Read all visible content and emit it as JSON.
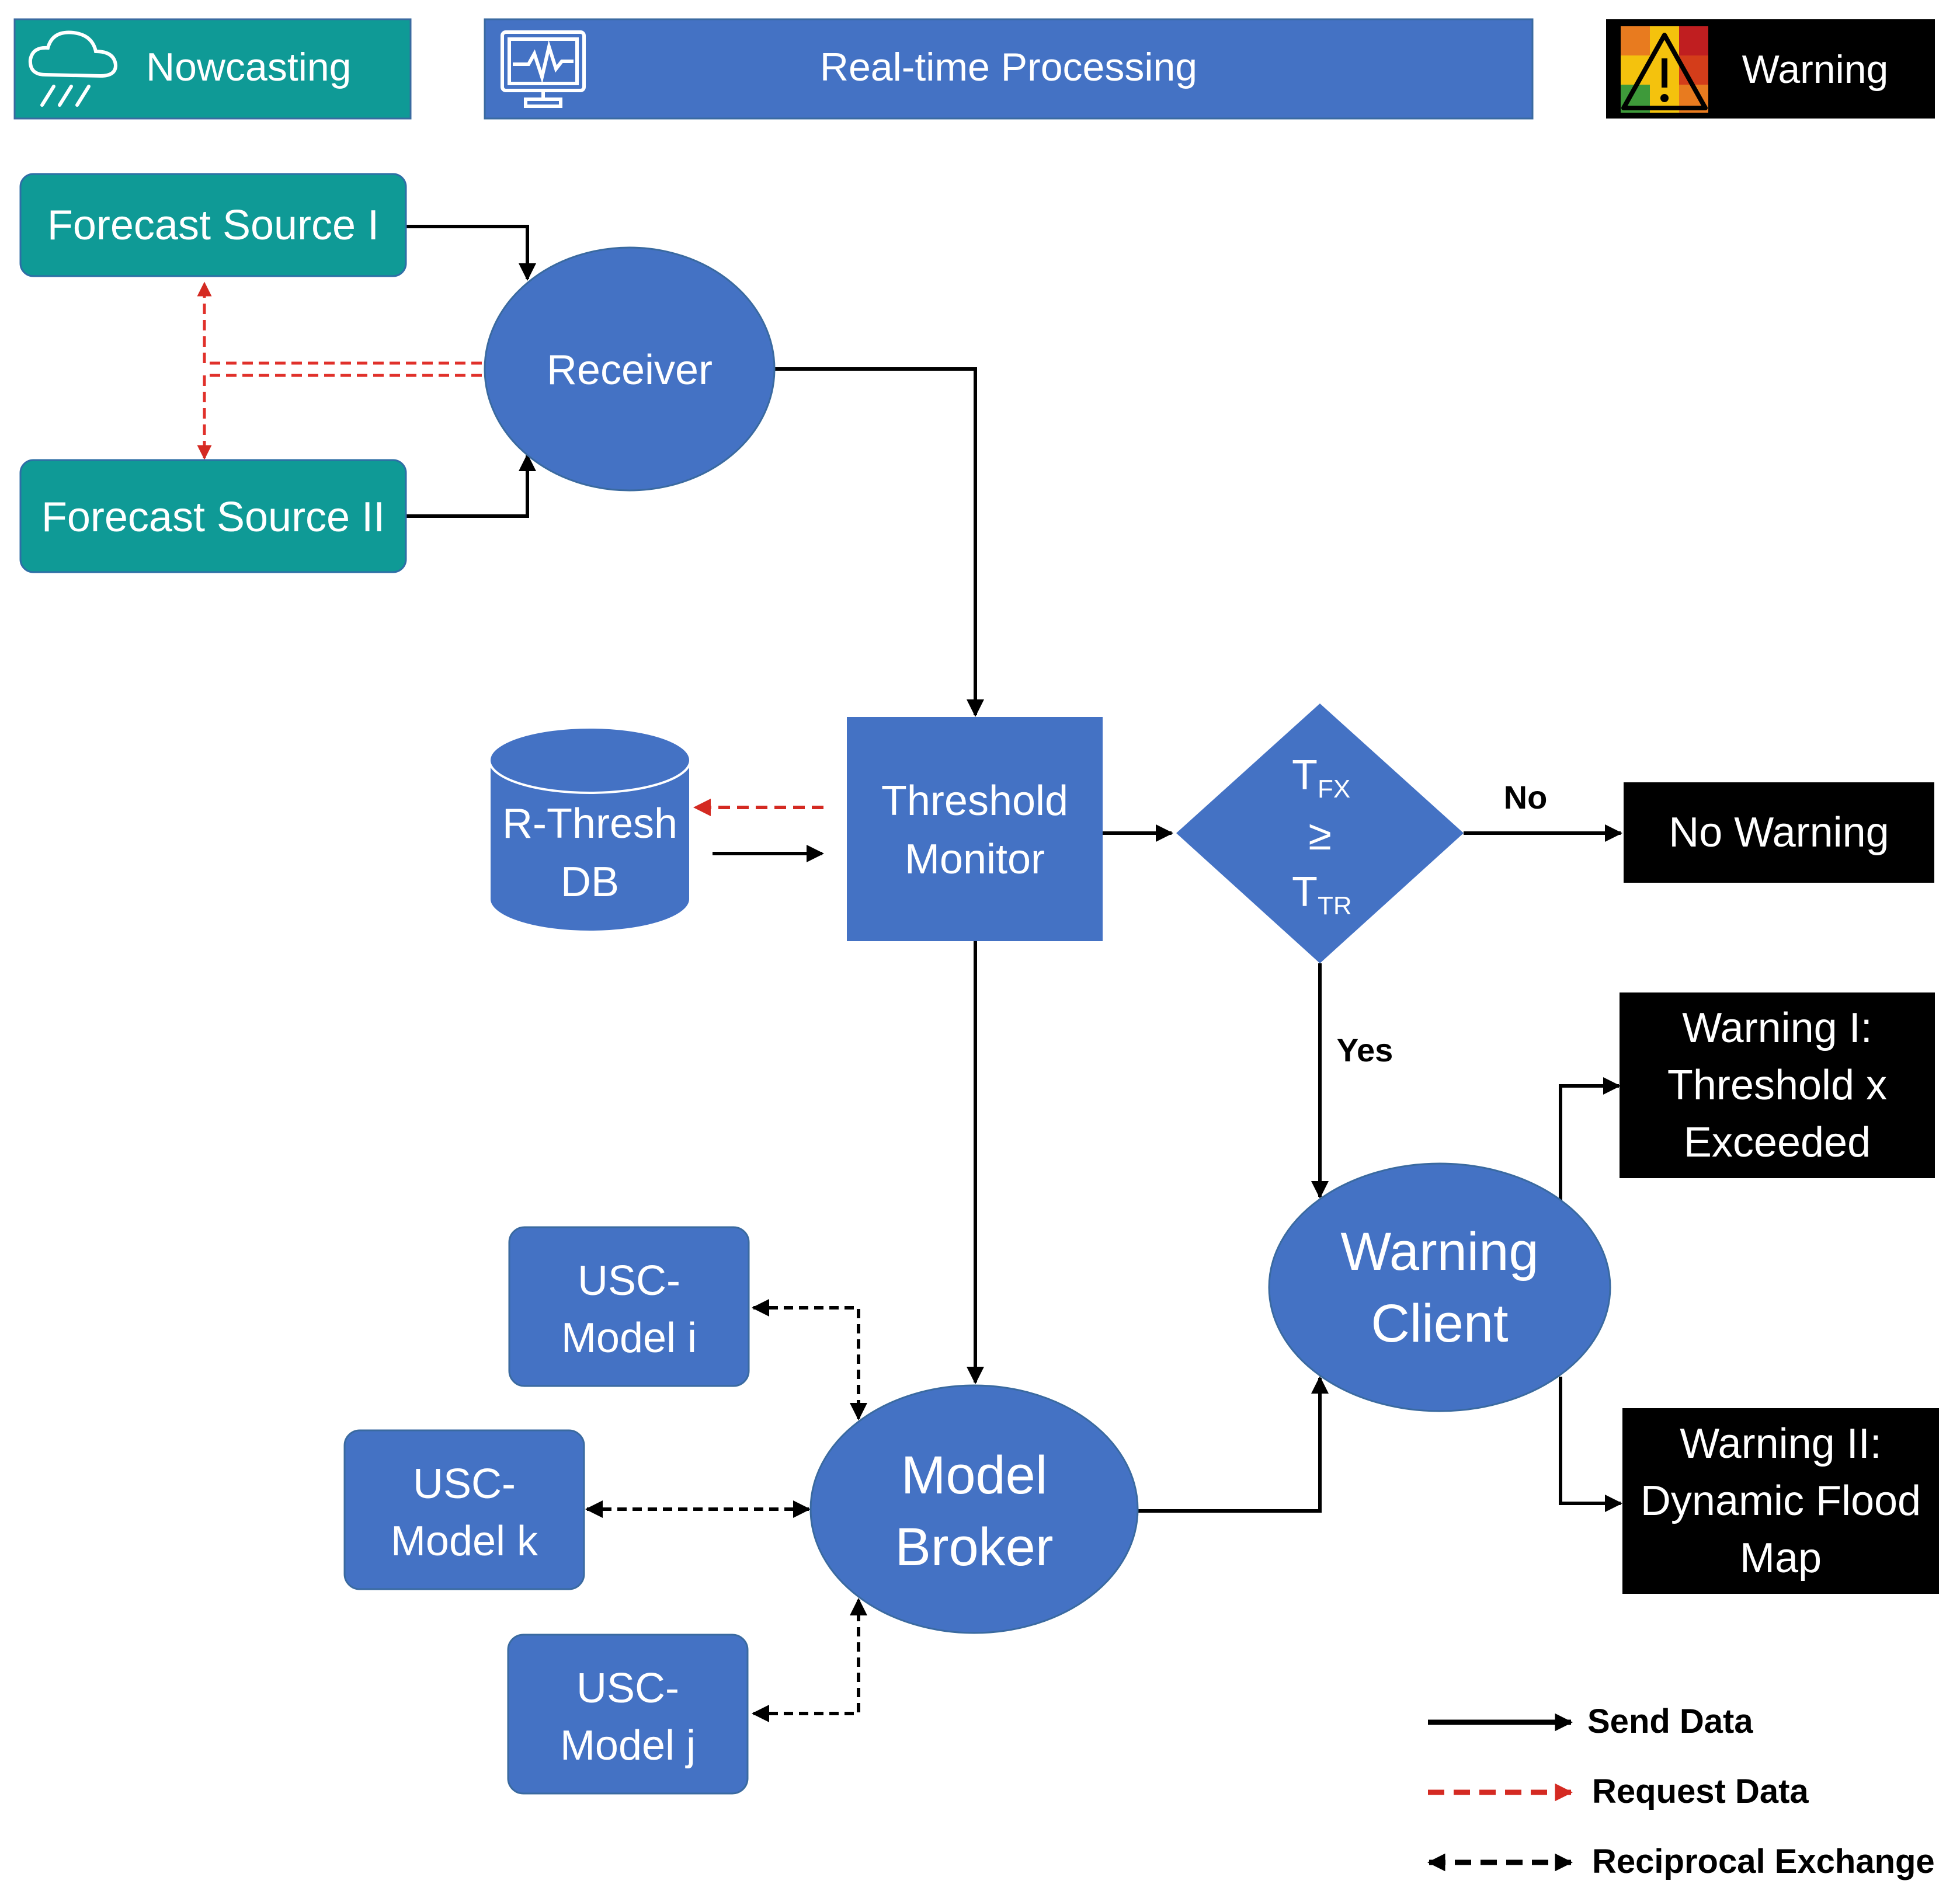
{
  "header": {
    "nowcasting": "Nowcasting",
    "processing": "Real-time Processing",
    "warning": "Warning",
    "icons": [
      "rain-cloud-icon",
      "monitor-waveform-icon",
      "warning-triangle-icon"
    ]
  },
  "nodes": {
    "source1": "Forecast Source I",
    "source2": "Forecast Source II",
    "receiver": "Receiver",
    "db_line1": "R-Thresh",
    "db_line2": "DB",
    "monitor_line1": "Threshold",
    "monitor_line2": "Monitor",
    "decision_top_base": "T",
    "decision_top_sub": "FX",
    "decision_mid": "≥",
    "decision_bot_base": "T",
    "decision_bot_sub": "TR",
    "no_warning": "No Warning",
    "warn1_line1": "Warning I:",
    "warn1_line2": "Threshold x",
    "warn1_line3": "Exceeded",
    "warn2_line1": "Warning II:",
    "warn2_line2": "Dynamic Flood",
    "warn2_line3": "Map",
    "client_line1": "Warning",
    "client_line2": "Client",
    "broker_line1": "Model",
    "broker_line2": "Broker",
    "usc_i_line1": "USC-",
    "usc_i_line2": "Model i",
    "usc_k_line1": "USC-",
    "usc_k_line2": "Model k",
    "usc_j_line1": "USC-",
    "usc_j_line2": "Model j"
  },
  "edges": {
    "no_label": "No",
    "yes_label": "Yes"
  },
  "legend": {
    "send": "Send Data",
    "request": "Request Data",
    "reciprocal": "Reciprocal Exchange"
  },
  "colors": {
    "teal": "#0F9A96",
    "blue": "#4472C4",
    "black": "#000000",
    "red_dashed": "#E0302A"
  }
}
